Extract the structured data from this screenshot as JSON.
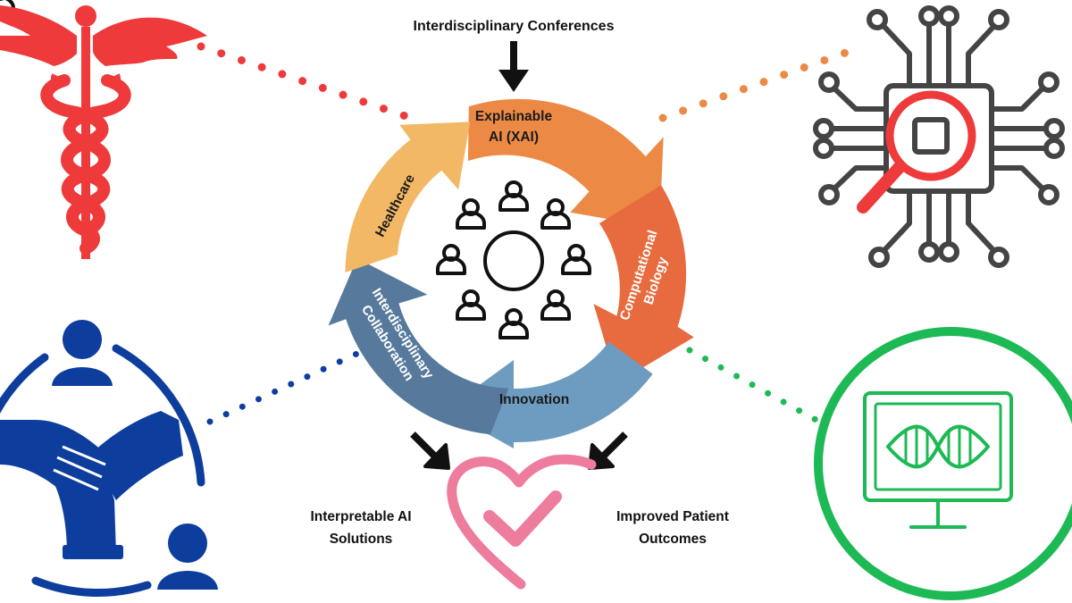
{
  "top_input": "Interdisciplinary Conferences",
  "cycle": [
    {
      "line1": "Explainable",
      "line2": "AI (XAI)",
      "color": "#EC8A45"
    },
    {
      "line1": "Computational",
      "line2": "Biology",
      "color": "#E86A3F"
    },
    {
      "line1": "Innovation",
      "color": "#6E9CC0"
    },
    {
      "line1": "Interdisciplinary",
      "line2": "Collaboration",
      "color": "#577A9C"
    },
    {
      "line1": "Healthcare",
      "color": "#F2B866"
    }
  ],
  "outputs": {
    "left": {
      "line1": "Interpretable AI",
      "line2": "Solutions"
    },
    "right": {
      "line1": "Improved Patient",
      "line2": "Outcomes"
    }
  },
  "colors": {
    "healthcare_red": "#EE3A3A",
    "chip_gray": "#444444",
    "collab_blue": "#0D3E9E",
    "bio_green": "#1DB954",
    "heart_pink": "#EE7C9C",
    "orange_dots": "#EC8A45"
  },
  "icons": [
    "caduceus-icon",
    "ai-chip-magnifier-icon",
    "collaboration-hands-icon",
    "dna-monitor-icon",
    "people-circle-icon",
    "heart-check-icon"
  ]
}
